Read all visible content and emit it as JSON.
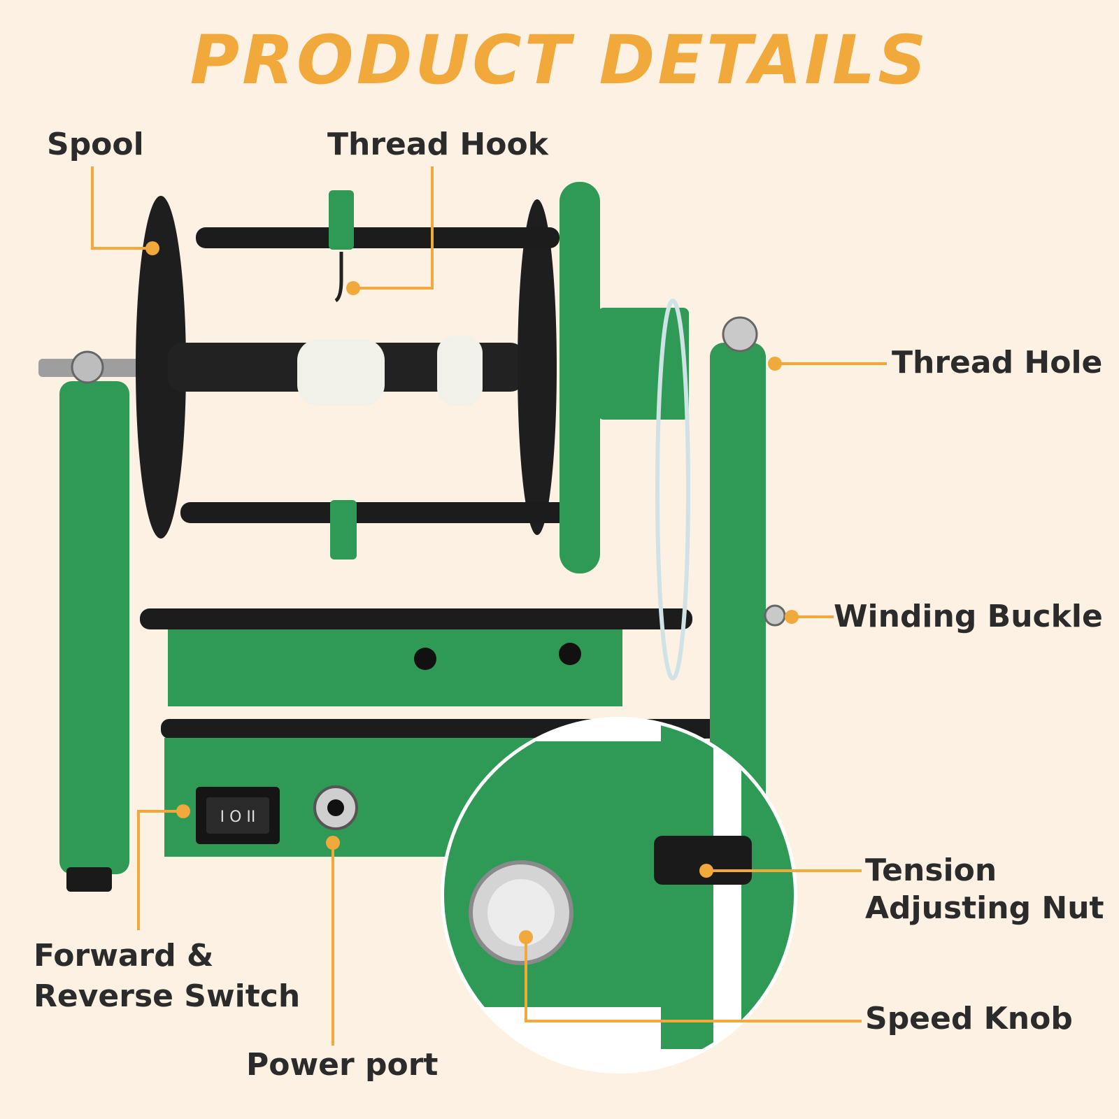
{
  "title": "PRODUCT DETAILS",
  "labels": {
    "spool": "Spool",
    "thread_hook": "Thread Hook",
    "thread_hole": "Thread Hole",
    "winding_buckle": "Winding Buckle",
    "tension_nut_line1": "Tension",
    "tension_nut_line2": "Adjusting Nut",
    "switch_line1": "Forward &",
    "switch_line2": "Reverse Switch",
    "power_port": "Power port",
    "speed_knob": "Speed Knob"
  },
  "switch_marking": "I O II",
  "colors": {
    "background": "#fdf1e3",
    "accent": "#f2a93b",
    "machine_green": "#2f9a55",
    "dark": "#1a1a1a",
    "text": "#2b2b2b"
  }
}
